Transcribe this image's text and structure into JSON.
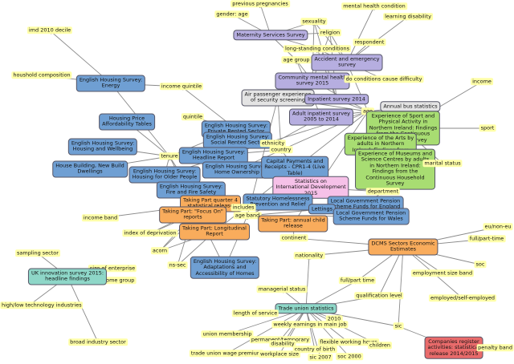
{
  "colors": {
    "attribute": "#ffffa8",
    "edge": "#8a8a8a",
    "blue": "#6f9fd3",
    "purple": "#b6aee0",
    "green": "#a8dd72",
    "orange": "#f9ac5c",
    "teal": "#8ed7c8",
    "pink": "#f6c1e8",
    "red": "#e96b6b",
    "grey": "#e4e4e4"
  },
  "nodes": [
    {
      "id": "a_prev_preg",
      "label": "previous pregnancies",
      "kind": "attr"
    },
    {
      "id": "a_mental",
      "label": "mental health condition",
      "kind": "attr"
    },
    {
      "id": "a_gender",
      "label": "gender: age",
      "kind": "attr"
    },
    {
      "id": "a_learn",
      "label": "learning disability",
      "kind": "attr"
    },
    {
      "id": "a_sexuality",
      "label": "sexuality",
      "kind": "attr"
    },
    {
      "id": "d_maternity",
      "label": "Maternity Services Survey",
      "kind": "ds",
      "color": "purple"
    },
    {
      "id": "a_religion",
      "label": "religion",
      "kind": "attr"
    },
    {
      "id": "a_imd",
      "label": "imd 2010 decile",
      "kind": "attr"
    },
    {
      "id": "a_respondent",
      "label": "respondent",
      "kind": "attr"
    },
    {
      "id": "a_longstand",
      "label": "long-standing conditions",
      "kind": "attr"
    },
    {
      "id": "a_agegroup",
      "label": "age group",
      "kind": "attr"
    },
    {
      "id": "d_ae",
      "label": "Accident and emergency\nsurvey",
      "kind": "ds",
      "color": "purple"
    },
    {
      "id": "a_household",
      "label": "houshold composition",
      "kind": "attr"
    },
    {
      "id": "d_ehs_energy",
      "label": "English Housing Survey:\nEnergy",
      "kind": "ds",
      "color": "blue"
    },
    {
      "id": "d_cmh",
      "label": "Community mental health\nsurvey 2015",
      "kind": "ds",
      "color": "purple"
    },
    {
      "id": "a_doconditions",
      "label": "do conditions cause\ndifficulty",
      "kind": "attr"
    },
    {
      "id": "a_income_q",
      "label": "income quintile",
      "kind": "attr"
    },
    {
      "id": "a_income",
      "label": "income",
      "kind": "attr"
    },
    {
      "id": "d_airpass",
      "label": "Air passenger experience\nof security screening",
      "kind": "ds",
      "color": "grey"
    },
    {
      "id": "d_inpatient14",
      "label": "Inpatient survey 2014",
      "kind": "ds",
      "color": "purple"
    },
    {
      "id": "d_bus",
      "label": "Annual bus statistics",
      "kind": "ds",
      "color": "grey"
    },
    {
      "id": "a_age",
      "label": "age",
      "kind": "attr"
    },
    {
      "id": "d_adult_inpatient",
      "label": "Adult inpatient survey\n2005 to 2014",
      "kind": "ds",
      "color": "purple"
    },
    {
      "id": "d_sport",
      "label": "Experience of Sport and\nPhysical Activity in\nNorthern Ireland: Findings\nfrom the Continuous\nHousehold Survey",
      "kind": "ds",
      "color": "green"
    },
    {
      "id": "d_hpa",
      "label": "Housing Price\nAffordability Tables",
      "kind": "ds",
      "color": "blue"
    },
    {
      "id": "a_quintile",
      "label": "quintile",
      "kind": "attr"
    },
    {
      "id": "d_ehs_prs",
      "label": "English Housing Survey:\nPrivate Rented Sector",
      "kind": "ds",
      "color": "blue"
    },
    {
      "id": "a_sport",
      "label": "sport",
      "kind": "attr"
    },
    {
      "id": "d_ehs_srs",
      "label": "English Housing Survey:\nSocial Rented Sector",
      "kind": "ds",
      "color": "blue"
    },
    {
      "id": "a_ethnicity",
      "label": "ethnicity",
      "kind": "attr"
    },
    {
      "id": "d_ehs_wellbeing",
      "label": "English Housing Survey:\nHousing and Wellbeing",
      "kind": "ds",
      "color": "blue"
    },
    {
      "id": "d_arts",
      "label": "Experience of the Arts by\nadults in Northern\nIreland: Findings from",
      "kind": "ds",
      "color": "green"
    },
    {
      "id": "a_country",
      "label": "country",
      "kind": "attr"
    },
    {
      "id": "a_tenure",
      "label": "tenure",
      "kind": "attr"
    },
    {
      "id": "d_ehs_headline",
      "label": "English Housing Survey:\nHeadline Report",
      "kind": "ds",
      "color": "blue"
    },
    {
      "id": "d_museums",
      "label": "Experience of Museums and\nScience Centres by adults\nin Northern Ireland:\nFindings from the\nContinuous Household\nSurvey",
      "kind": "ds",
      "color": "green"
    },
    {
      "id": "a_marital",
      "label": "marital status",
      "kind": "attr"
    },
    {
      "id": "d_housebuild",
      "label": "House Building, New Build\nDwellings",
      "kind": "ds",
      "color": "blue"
    },
    {
      "id": "d_ehs_homeown",
      "label": "English Housing Survey:\nHome Ownership",
      "kind": "ds",
      "color": "blue"
    },
    {
      "id": "d_capital",
      "label": "Capital Payments and\nReceipts - CPR1-4 (Live\nTable)",
      "kind": "ds",
      "color": "blue"
    },
    {
      "id": "d_ehs_older",
      "label": "English Housing Survey:\nHousing for Older People",
      "kind": "ds",
      "color": "blue"
    },
    {
      "id": "d_intdev",
      "label": "Statistics on\nInternational Development\n2015",
      "kind": "ds",
      "color": "pink"
    },
    {
      "id": "d_ehs_fire",
      "label": "English Housing Survey:\nFire and Fire Safety",
      "kind": "ds",
      "color": "blue"
    },
    {
      "id": "a_department",
      "label": "department",
      "kind": "attr"
    },
    {
      "id": "d_statutory",
      "label": "Statutory Homelessness\nPrevention and Relief",
      "kind": "ds",
      "color": "blue"
    },
    {
      "id": "d_lgp_england",
      "label": "Local Government Pension\nScheme Funds for England",
      "kind": "ds",
      "color": "blue"
    },
    {
      "id": "d_tp_q4",
      "label": "Taking Part quarter 4\nstatistical release",
      "kind": "ds",
      "color": "orange"
    },
    {
      "id": "a_includes",
      "label": "includes",
      "kind": "attr"
    },
    {
      "id": "d_lettings",
      "label": "Lettings",
      "kind": "ds",
      "color": "blue"
    },
    {
      "id": "d_tp_focus",
      "label": "Taking Part: \"Focus On\"\nreports",
      "kind": "ds",
      "color": "orange"
    },
    {
      "id": "a_ageband",
      "label": "age band",
      "kind": "attr"
    },
    {
      "id": "d_lgp_wales",
      "label": "Local Government Pension\nScheme Funds for Wales",
      "kind": "ds",
      "color": "blue"
    },
    {
      "id": "a_incomeband",
      "label": "income band",
      "kind": "attr"
    },
    {
      "id": "d_tp_annual",
      "label": "Taking Part: annual child\nrelease",
      "kind": "ds",
      "color": "orange"
    },
    {
      "id": "d_tp_long",
      "label": "Taking Part: Longitudinal\nReport",
      "kind": "ds",
      "color": "orange"
    },
    {
      "id": "a_eunoneu",
      "label": "eu/non-eu",
      "kind": "attr"
    },
    {
      "id": "a_deprivation",
      "label": "index of deprivation",
      "kind": "attr"
    },
    {
      "id": "a_continent",
      "label": "continent",
      "kind": "attr"
    },
    {
      "id": "a_fullpart",
      "label": "full/part-time",
      "kind": "attr"
    },
    {
      "id": "a_acorn",
      "label": "acorn",
      "kind": "attr"
    },
    {
      "id": "d_dcms",
      "label": "DCMS Sectors Economic\nEstimates",
      "kind": "ds",
      "color": "orange"
    },
    {
      "id": "a_sampling",
      "label": "sampling sector",
      "kind": "attr"
    },
    {
      "id": "a_nationality",
      "label": "nationality",
      "kind": "attr"
    },
    {
      "id": "a_nssec",
      "label": "ns-sec",
      "kind": "attr"
    },
    {
      "id": "a_soc",
      "label": "soc",
      "kind": "attr"
    },
    {
      "id": "a_size_ent",
      "label": "size of enterprise",
      "kind": "attr"
    },
    {
      "id": "d_ehs_adapt",
      "label": "English Housing Survey:\nAdaptations and\nAccessibility of Homes",
      "kind": "ds",
      "color": "blue"
    },
    {
      "id": "a_empsize",
      "label": "employment size band",
      "kind": "attr"
    },
    {
      "id": "a_incomegroup",
      "label": "income group",
      "kind": "attr"
    },
    {
      "id": "a_fullpart2",
      "label": "full/part time",
      "kind": "attr"
    },
    {
      "id": "a_managerial",
      "label": "managerial status",
      "kind": "attr"
    },
    {
      "id": "d_ukinnov",
      "label": "UK innovation survey 2015:\nheadline findings",
      "kind": "ds",
      "color": "teal"
    },
    {
      "id": "a_qualification",
      "label": "qualification level",
      "kind": "attr"
    },
    {
      "id": "a_employed",
      "label": "employed/self-employed",
      "kind": "attr"
    },
    {
      "id": "d_tradeunion",
      "label": "Trade union statistics",
      "kind": "ds",
      "color": "teal"
    },
    {
      "id": "a_length",
      "label": "length of service",
      "kind": "attr"
    },
    {
      "id": "a_hightech",
      "label": "high/low technology\nindustries",
      "kind": "attr"
    },
    {
      "id": "a_2010",
      "label": "2010",
      "kind": "attr"
    },
    {
      "id": "a_weekly",
      "label": "weekly earnings in main\njob",
      "kind": "attr"
    },
    {
      "id": "a_sic",
      "label": "sic",
      "kind": "attr"
    },
    {
      "id": "a_membership",
      "label": "union membership",
      "kind": "attr"
    },
    {
      "id": "a_permanent",
      "label": "permanent/temporary",
      "kind": "attr"
    },
    {
      "id": "a_disability",
      "label": "disability",
      "kind": "attr"
    },
    {
      "id": "a_flexible",
      "label": "flexible working hours",
      "kind": "attr"
    },
    {
      "id": "a_children",
      "label": "children",
      "kind": "attr"
    },
    {
      "id": "d_companies",
      "label": "Companies register\nactivities: statistical\nrelease 2014/2015",
      "kind": "ds",
      "color": "red"
    },
    {
      "id": "a_broad",
      "label": "broad industry sector",
      "kind": "attr"
    },
    {
      "id": "a_country_birth",
      "label": "country of birth",
      "kind": "attr"
    },
    {
      "id": "a_penalty",
      "label": "penalty band",
      "kind": "attr"
    },
    {
      "id": "a_wage_premium",
      "label": "trade union wage premium",
      "kind": "attr"
    },
    {
      "id": "a_workplace",
      "label": "workplace size",
      "kind": "attr"
    },
    {
      "id": "a_sic2007",
      "label": "sic 2007",
      "kind": "attr"
    },
    {
      "id": "a_soc2000",
      "label": "soc 2000",
      "kind": "attr"
    }
  ]
}
